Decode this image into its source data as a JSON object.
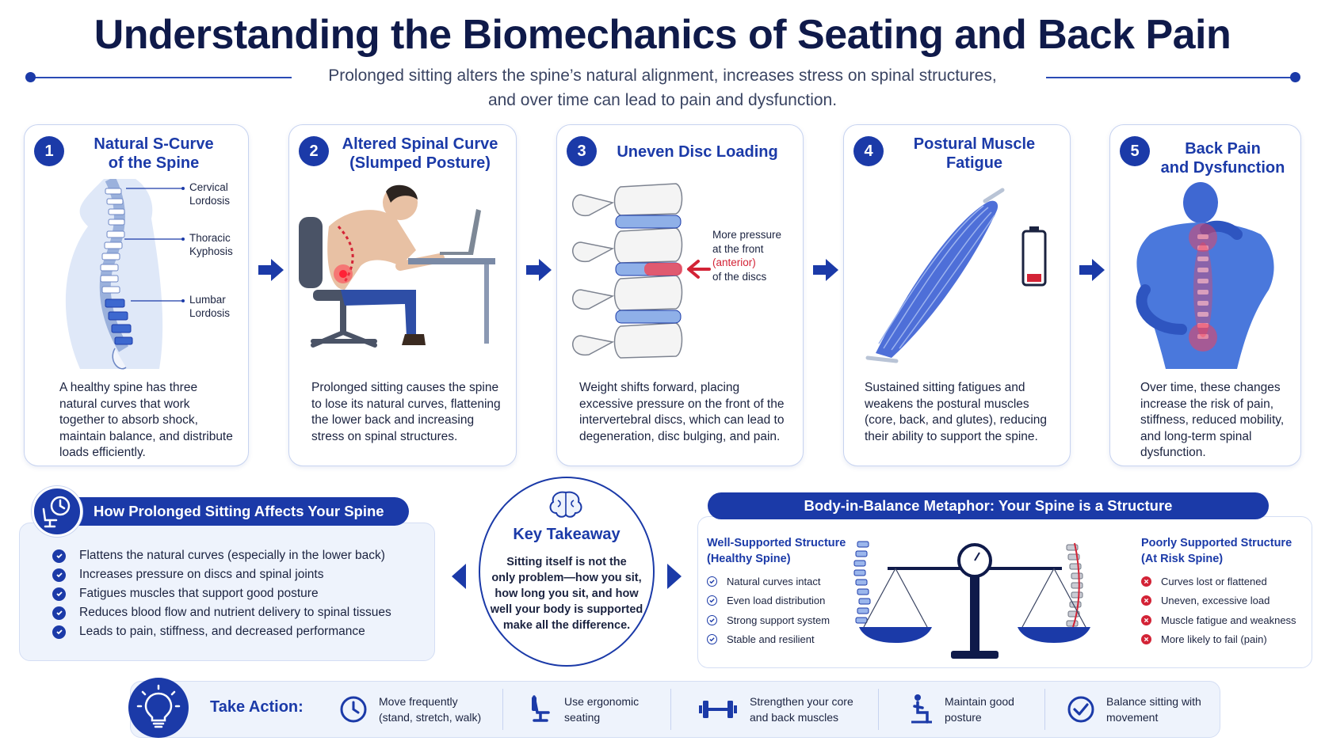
{
  "title": "Understanding the Biomechanics of Seating and Back Pain",
  "subtitle_line1": "Prolonged sitting alters the spine’s natural alignment, increases stress on spinal structures,",
  "subtitle_line2": "and over time can lead to pain and dysfunction.",
  "colors": {
    "primary": "#1b3aa8",
    "accent_red": "#d32336",
    "panel_bg": "#eef3fc"
  },
  "cards": [
    {
      "number": "1",
      "title_line1": "Natural S-Curve",
      "title_line2": "of the Spine",
      "labels": [
        {
          "line1": "Cervical",
          "line2": "Lordosis"
        },
        {
          "line1": "Thoracic",
          "line2": "Kyphosis"
        },
        {
          "line1": "Lumbar",
          "line2": "Lordosis"
        }
      ],
      "text": "A healthy spine has three natural curves that work together to absorb shock, maintain balance, and distribute loads efficiently."
    },
    {
      "number": "2",
      "title_line1": "Altered Spinal Curve",
      "title_line2": "(Slumped Posture)",
      "text": "Prolonged sitting causes the spine to lose its natural curves, flattening the lower back and increasing stress on spinal structures."
    },
    {
      "number": "3",
      "title_line1": "Uneven Disc Loading",
      "title_line2": "",
      "pressure_line1": "More pressure",
      "pressure_line2": "at the front",
      "pressure_line3": "(anterior)",
      "pressure_line4": "of the discs",
      "text": "Weight shifts forward, placing excessive pressure on the front of the intervertebral discs, which can lead to degeneration, disc bulging, and pain."
    },
    {
      "number": "4",
      "title_line1": "Postural Muscle",
      "title_line2": "Fatigue",
      "text": "Sustained sitting fatigues and weakens the postural muscles (core, back, and glutes), reducing their ability to support the spine."
    },
    {
      "number": "5",
      "title_line1": "Back Pain",
      "title_line2": "and Dysfunction",
      "text": "Over time, these changes increase the risk of pain, stiffness, reduced mobility, and long-term spinal dysfunction."
    }
  ],
  "prolonged": {
    "title": "How Prolonged Sitting Affects Your Spine",
    "items": [
      "Flattens the natural curves (especially in the lower back)",
      "Increases pressure on discs and spinal joints",
      "Fatigues muscles that support good posture",
      "Reduces blood flow and nutrient delivery to spinal tissues",
      "Leads to pain, stiffness, and decreased performance"
    ]
  },
  "takeaway": {
    "title": "Key Takeaway",
    "line1": "Sitting itself is not the",
    "line2": "only problem—how you sit,",
    "line3": "how long you sit, and how",
    "line4": "well your body is supported",
    "line5": "make all the difference."
  },
  "balance": {
    "title": "Body-in-Balance Metaphor: Your Spine is a Structure",
    "good_title_line1": "Well-Supported Structure",
    "good_title_line2": "(Healthy Spine)",
    "good_items": [
      "Natural curves intact",
      "Even load distribution",
      "Strong support system",
      "Stable and resilient"
    ],
    "bad_title_line1": "Poorly Supported Structure",
    "bad_title_line2": "(At Risk Spine)",
    "bad_items": [
      "Curves lost or flattened",
      "Uneven, excessive load",
      "Muscle fatigue and weakness",
      "More likely to fail (pain)"
    ]
  },
  "action": {
    "title": "Take Action:",
    "items": [
      {
        "icon": "clock-icon",
        "line1": "Move frequently",
        "line2": "(stand, stretch, walk)"
      },
      {
        "icon": "office-chair-icon",
        "line1": "Use ergonomic",
        "line2": "seating"
      },
      {
        "icon": "dumbbell-icon",
        "line1": "Strengthen your core",
        "line2": "and back muscles"
      },
      {
        "icon": "good-posture-icon",
        "line1": "Maintain good",
        "line2": "posture"
      },
      {
        "icon": "check-circle-icon",
        "line1": "Balance sitting with",
        "line2": "movement"
      }
    ]
  }
}
